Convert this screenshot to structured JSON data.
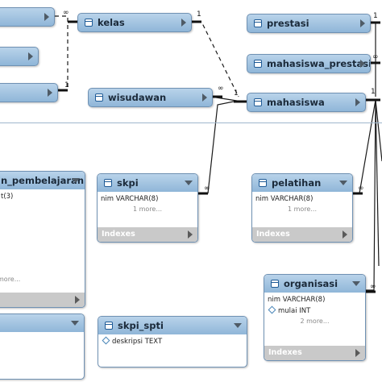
{
  "tables": {
    "left_top": {
      "name": ""
    },
    "left_mid": {
      "name": ""
    },
    "left_low": {
      "name": ""
    },
    "kelas": {
      "name": "kelas"
    },
    "prestasi": {
      "name": "prestasi"
    },
    "mahasiswa_prestasi": {
      "name": "mahasiswa_prestasi"
    },
    "wisudawan": {
      "name": "wisudawan"
    },
    "mahasiswa": {
      "name": "mahasiswa"
    },
    "pembelajaran": {
      "name": "n_pembelajaran",
      "column": "t(3)",
      "more": "more...",
      "indexes": ""
    },
    "skpi": {
      "name": "skpi",
      "column": "nim VARCHAR(8)",
      "more": "1 more...",
      "indexes": "Indexes"
    },
    "pelatihan": {
      "name": "pelatihan",
      "column": "nim VARCHAR(8)",
      "more": "1 more...",
      "indexes": "Indexes"
    },
    "organisasi": {
      "name": "organisasi",
      "columns": [
        "nim VARCHAR(8)",
        "mulai INT"
      ],
      "more": "2 more...",
      "indexes": "Indexes"
    },
    "skpi_spti": {
      "name": "skpi_spti",
      "column": "deskripsi TEXT"
    },
    "left_bottom": {
      "name": ""
    }
  },
  "cardinality": {
    "kelas_many": "∞",
    "kelas_one_left": "1",
    "kelas_one_right": "1",
    "prestasi_one": "1",
    "mp_many": "∞",
    "wisudawan_many": "∞",
    "mahasiswa_one": "1",
    "mahasiswa_right_one": "1",
    "skpi_many": "∞",
    "pelatihan_many": "∞",
    "organisasi_many": "∞"
  }
}
